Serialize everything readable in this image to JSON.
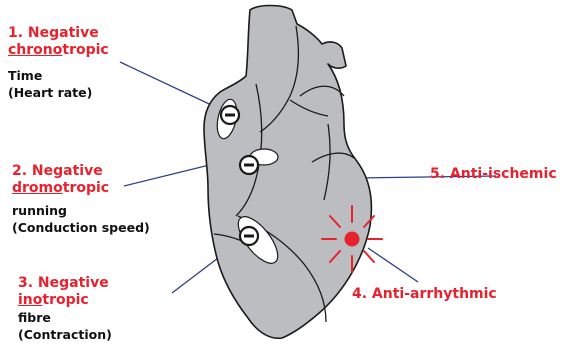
{
  "colors": {
    "heart_fill": "#bcbdc0",
    "outline": "#1a1a1a",
    "leader_line": "#2b3f8c",
    "accent_red": "#e8222d",
    "text_black": "#111111"
  },
  "effects": [
    {
      "number_title": "1. Negative",
      "prefix": "",
      "underlined": "chrono",
      "suffix": "tropic",
      "detail_lines": [
        "Time",
        "(Heart rate)"
      ]
    },
    {
      "number_title": "2. Negative",
      "prefix": "",
      "underlined": "dromo",
      "suffix": "tropic",
      "detail_lines": [
        "running",
        "(Conduction speed)"
      ]
    },
    {
      "number_title": "3. Negative",
      "prefix": "",
      "underlined": "ino",
      "suffix": "tropic",
      "detail_lines": [
        "fibre",
        "(Contraction)"
      ]
    }
  ],
  "callouts": {
    "anti_arrhythmic": "4. Anti-arrhythmic",
    "anti_ischemic": "5. Anti-ischemic"
  },
  "icons": {
    "node_marker": "minus-circle-icon",
    "arrhythmia_focus": "red-starburst-icon"
  }
}
